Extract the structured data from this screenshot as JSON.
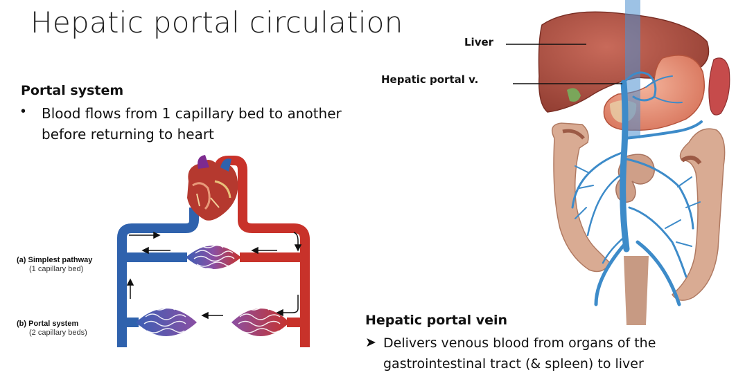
{
  "slide": {
    "title": "Hepatic portal circulation",
    "portal_system": {
      "heading": "Portal system",
      "bullet": "Blood flows from 1 capillary bed to another before returning to heart"
    },
    "diagram": {
      "label_a_title": "(a) Simplest pathway",
      "label_a_sub": "(1 capillary bed)",
      "label_b_title": "(b) Portal system",
      "label_b_sub": "(2 capillary beds)"
    },
    "anatomy": {
      "liver_label": "Liver",
      "hepatic_portal_label": "Hepatic portal v."
    },
    "hepatic_portal_vein": {
      "heading": "Hepatic portal vein",
      "bullet": "Delivers venous blood from organs of the gastrointestinal tract (& spleen) to liver"
    }
  },
  "colors": {
    "artery": "#c8322a",
    "vein": "#2f62ad",
    "capillary": "#8a4fa3",
    "liver": "#a8473a",
    "stomach": "#e58a6e",
    "intestine": "#d4a28a",
    "portal_vessel": "#3d8bc9"
  }
}
